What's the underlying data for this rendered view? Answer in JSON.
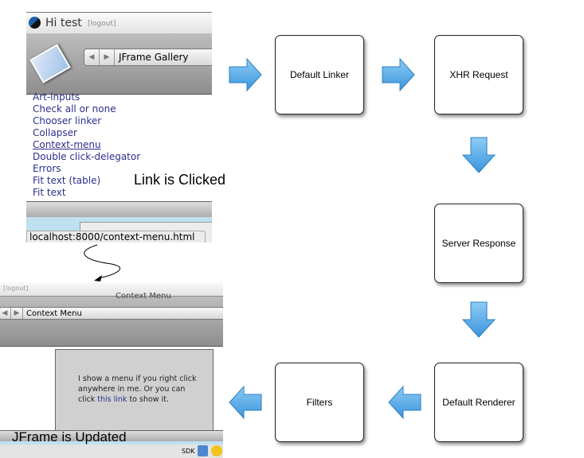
{
  "shot1": {
    "greeting": "Hi test",
    "logout": "[logout]",
    "nav_title": "JFrame Gallery",
    "links": [
      "Art-inputs",
      "Check all or none",
      "Chooser linker",
      "Collapser",
      "Context-menu",
      "Double click-delegator",
      "Errors",
      "Fit text (table)",
      "Fit text"
    ],
    "active_link_index": 4,
    "status_url": "localhost:8000/context-menu.html"
  },
  "shot2": {
    "logout": "[logout]",
    "window_title": "Context Menu",
    "nav_title": "Context Menu",
    "body_text_1": "I show a menu if you right click anywhere in me. Or you can click",
    "body_link": "this link",
    "body_text_2": "to show it.",
    "dock_label": "SDK"
  },
  "captions": {
    "clicked": "Link is Clicked",
    "updated": "JFrame is Updated"
  },
  "steps": [
    "Default Linker",
    "XHR Request",
    "Server Response",
    "Default Renderer",
    "Filters"
  ],
  "colors": {
    "arrow": "#4aa3e8",
    "link": "#2b2f8c"
  }
}
